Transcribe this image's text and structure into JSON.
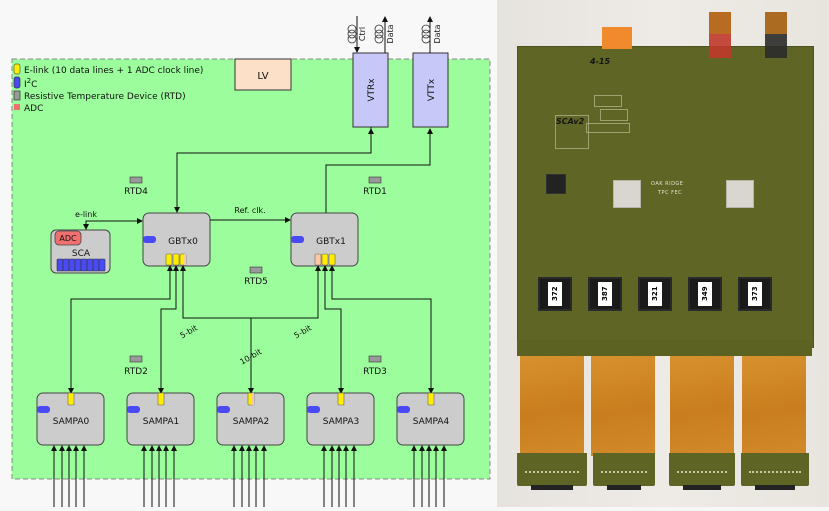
{
  "legend": {
    "elink": "E-link (10 data lines + 1 ADC clock line)",
    "i2c_prefix": "I",
    "i2c_sup": "2",
    "i2c_suffix": "C",
    "rtd": "Resistive Temperature Device (RTD)",
    "adc": "ADC"
  },
  "colors": {
    "board_bg": "#9cfd9c",
    "box_gray": "#cccccc",
    "elink_yellow": "#ffee00",
    "i2c_blue": "#4a4af5",
    "adc_red": "#f07070",
    "elink_orange": "#ffc8a0",
    "vtr_fill": "#c8c8f8",
    "lv_fill": "#fde0c8"
  },
  "blocks": {
    "lv": "LV",
    "vtrx": "VTRx",
    "vttx": "VTTx",
    "sca": "SCA",
    "sca_adc": "ADC",
    "gbtx0": "GBTx0",
    "gbtx1": "GBTx1"
  },
  "fiber_labels": {
    "vtrx_ctrl": "Ctrl",
    "vtrx_data": "Data",
    "vttx_data": "Data"
  },
  "connection_labels": {
    "elink": "e-link",
    "ref_clk": "Ref. clk.",
    "left_5bit": "5-bit",
    "right_5bit": "5-bit",
    "center_10bit": "10-bit"
  },
  "rtds": [
    "RTD1",
    "RTD2",
    "RTD3",
    "RTD4",
    "RTD5"
  ],
  "sampas": [
    "SAMPA0",
    "SAMPA1",
    "SAMPA2",
    "SAMPA3",
    "SAMPA4"
  ],
  "photo": {
    "chip_labels": [
      "372",
      "387",
      "321",
      "349",
      "373"
    ],
    "board_marker": "SCAv2",
    "serial_marker": "4-15",
    "brand": "OAK RIDGE",
    "board_name": "TPC FEC"
  }
}
